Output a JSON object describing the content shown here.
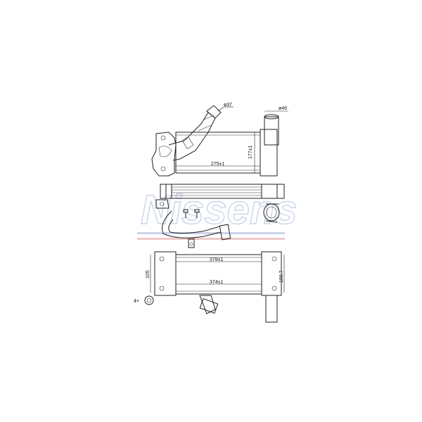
{
  "labels": {
    "top_inlet_dia": "ø37",
    "top_outlet_dia": "ø46",
    "top_width": "275±1",
    "top_height": "177±1",
    "bottom_width_upper": "378±1",
    "bottom_width_lower": "374±1",
    "bottom_height_left": "105",
    "bottom_height_right": "100,7",
    "bolt_qty": "4×"
  },
  "watermark": {
    "text": "Nissens"
  },
  "colors": {
    "watermark": "#b9c6e4",
    "stripe_blue": "#aab8dd",
    "stripe_red": "#e7b2b2",
    "line": "#222222"
  }
}
